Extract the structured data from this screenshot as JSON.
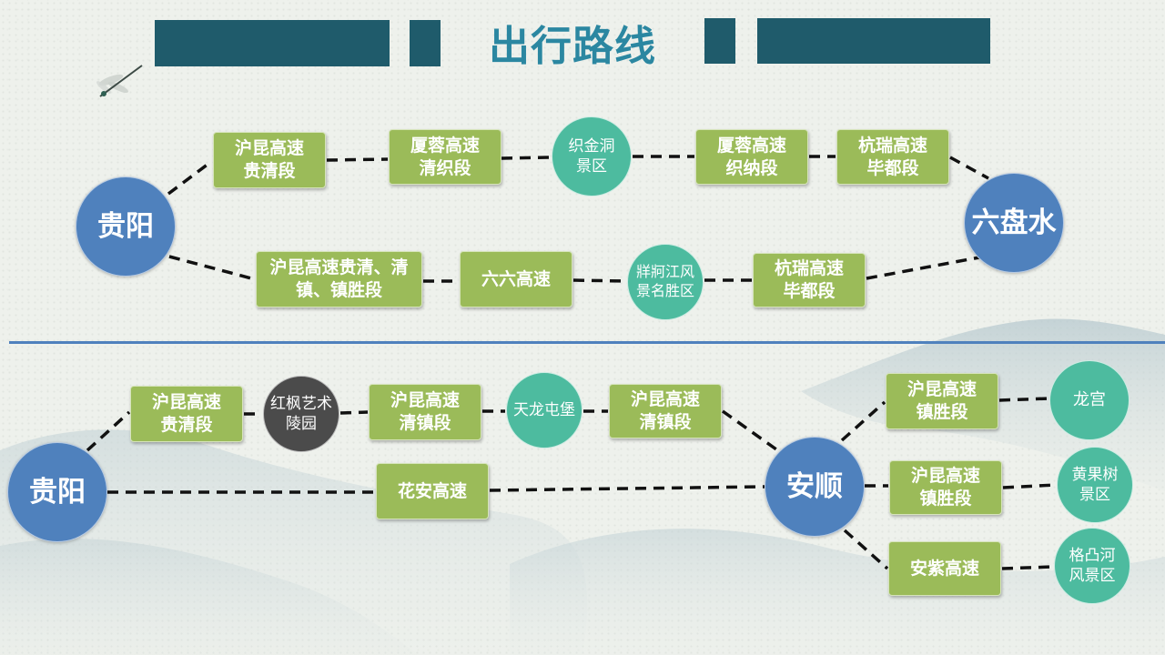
{
  "title": "出行路线",
  "colors": {
    "header_bar": "#1f5b6b",
    "title_text": "#2b87a1",
    "route_box": "#9bbb59",
    "city_circle": "#4f81bd",
    "scenic_circle": "#4dbb9f",
    "memorial_circle": "#4b4b4b",
    "divider": "#4f81bd",
    "connector": "#111111"
  },
  "icons": [
    "dragonfly-icon"
  ],
  "route_liupanshui": {
    "origin": "贵阳",
    "destination": "六盘水",
    "upper_path": [
      "沪昆高速\n贵清段",
      "厦蓉高速\n清织段",
      "织金洞\n景区",
      "厦蓉高速\n织纳段",
      "杭瑞高速\n毕都段"
    ],
    "lower_path": [
      "沪昆高速贵清、清\n镇、镇胜段",
      "六六高速",
      "牂牁江风\n景名胜区",
      "杭瑞高速\n毕都段"
    ]
  },
  "route_anshun": {
    "origin": "贵阳",
    "hub": "安顺",
    "upper_path": [
      "沪昆高速\n贵清段",
      "红枫艺术\n陵园",
      "沪昆高速\n清镇段",
      "天龙屯堡",
      "沪昆高速\n清镇段"
    ],
    "lower_path": [
      "花安高速"
    ],
    "branches": [
      {
        "road": "沪昆高速\n镇胜段",
        "destination": "龙宫"
      },
      {
        "road": "沪昆高速\n镇胜段",
        "destination": "黄果树\n景区"
      },
      {
        "road": "安紫高速",
        "destination": "格凸河\n风景区"
      }
    ]
  }
}
